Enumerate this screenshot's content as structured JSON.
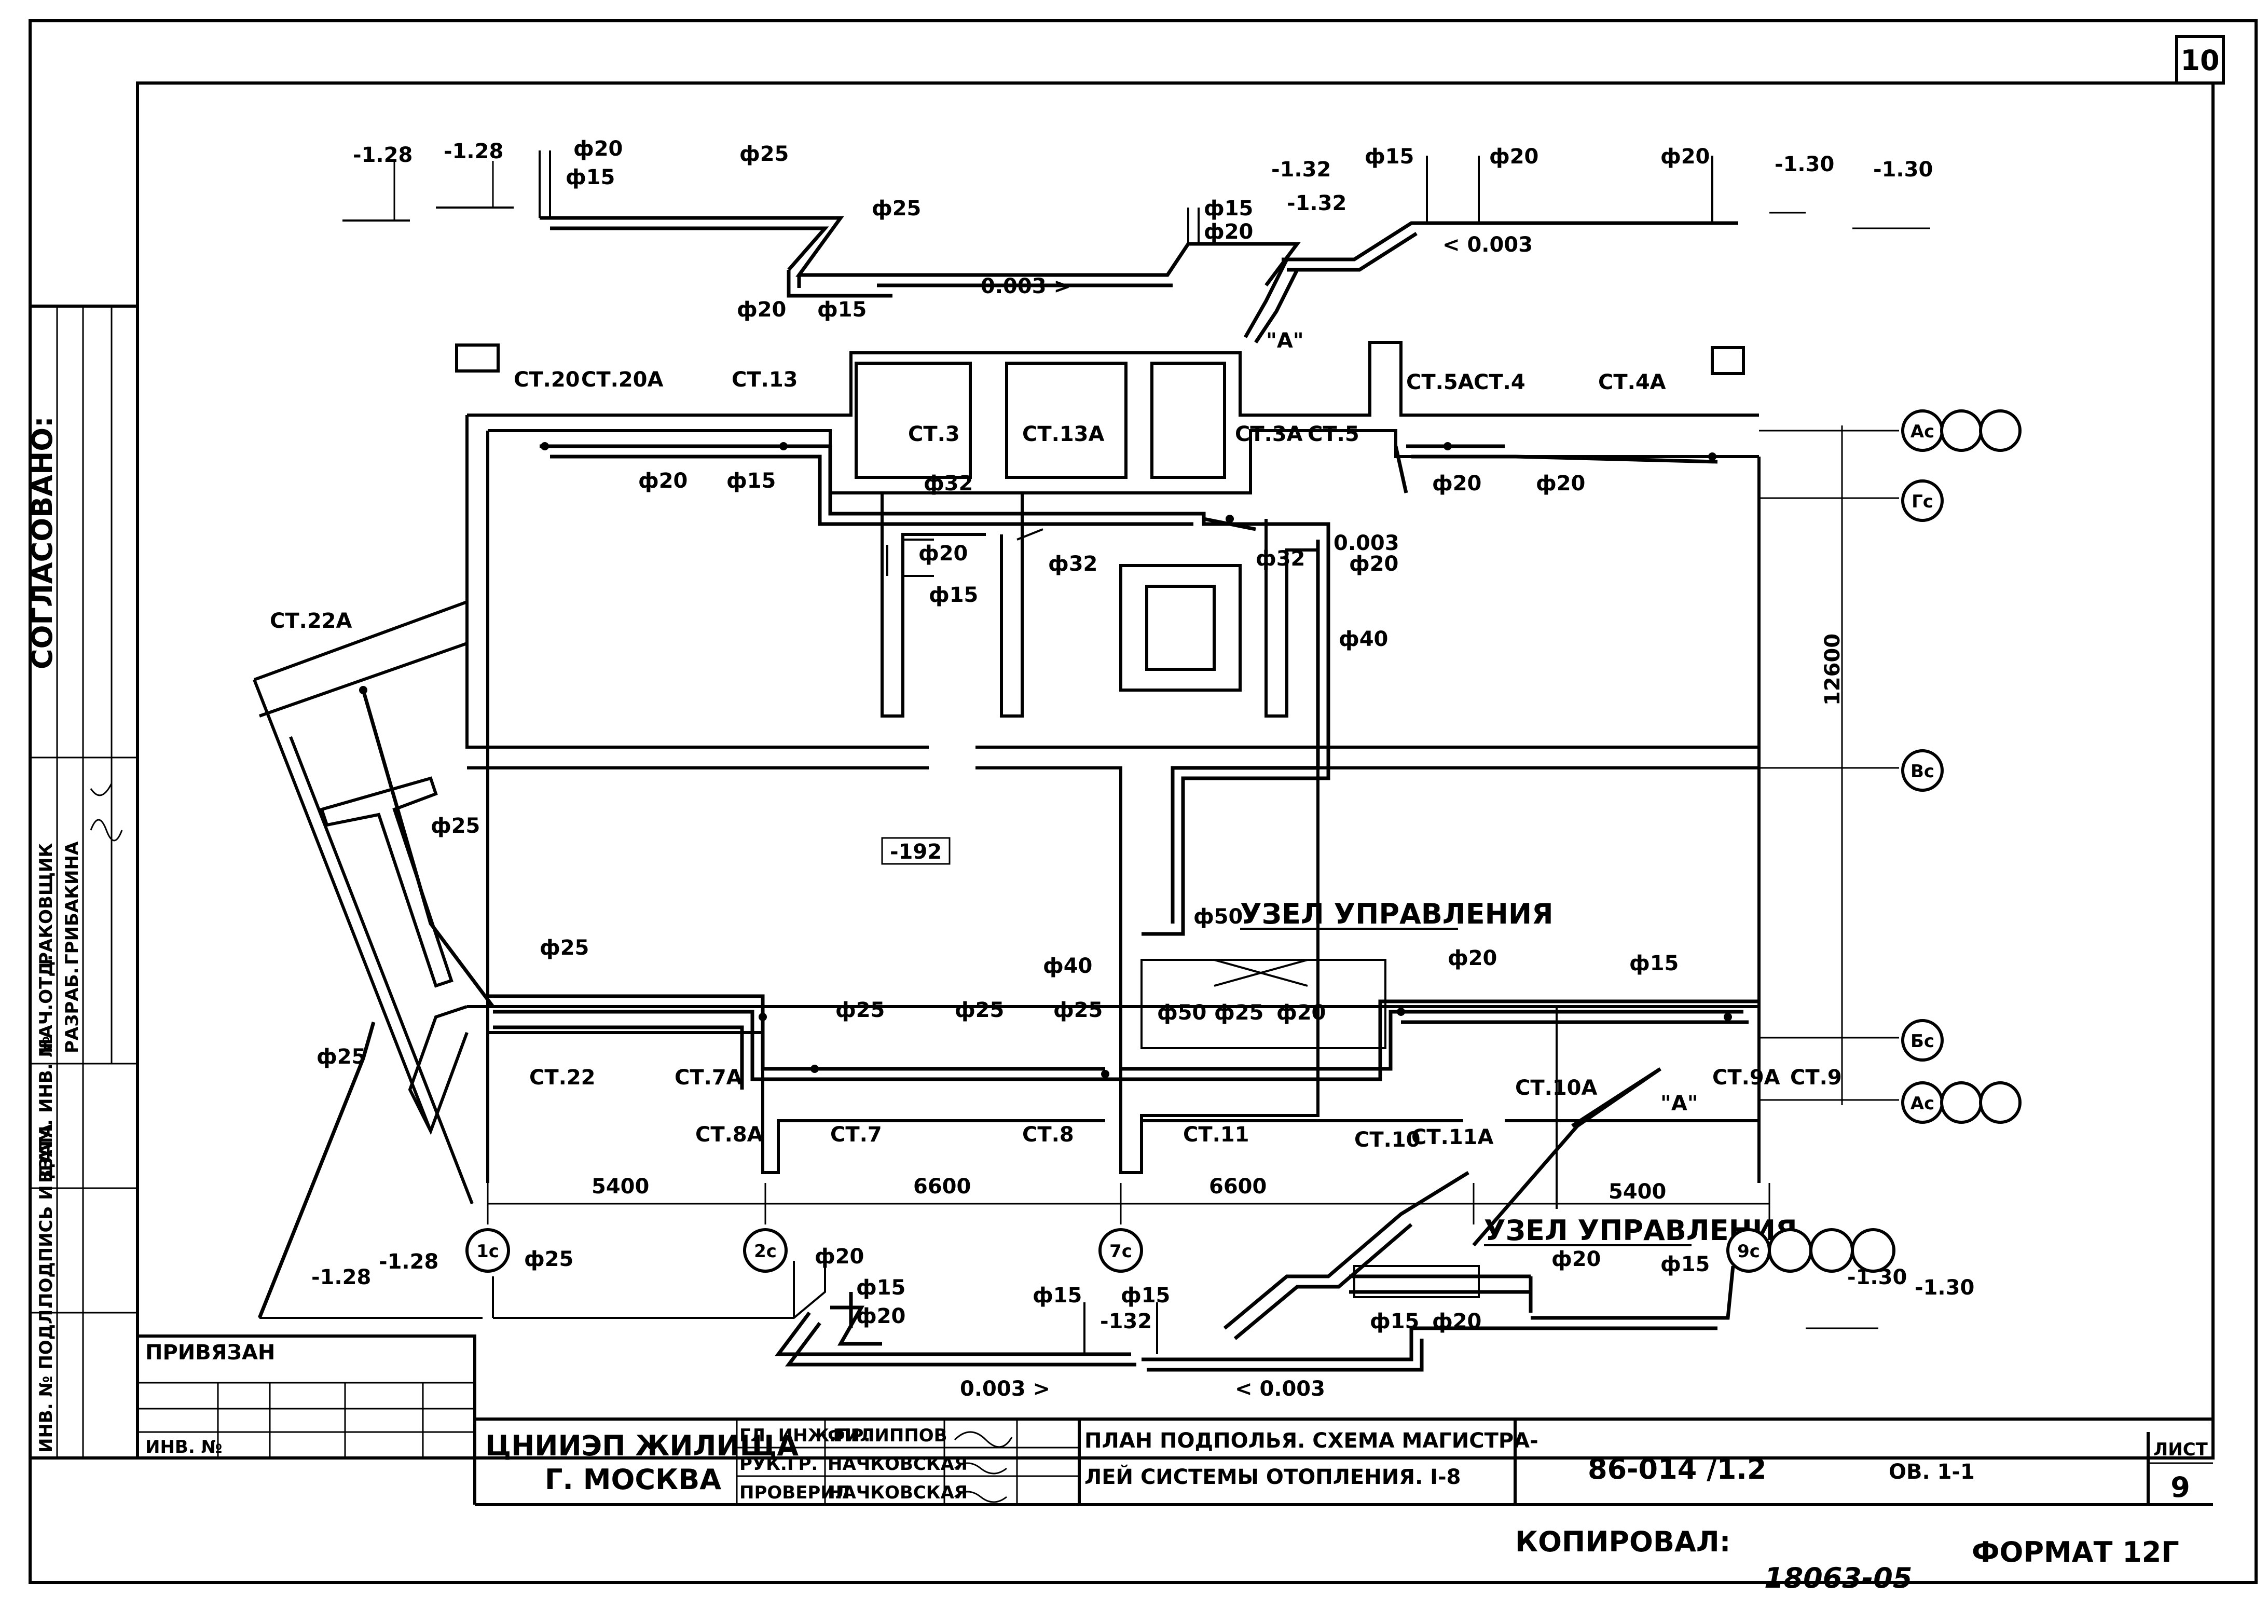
{
  "sheet_number": "10",
  "side_stamp": {
    "agreed_label": "СОГЛАСОВАНО:",
    "rows": [
      "НАЧ.ОТД.",
      "РАЗРАБ.",
      "РАКОВЩИК",
      "ГРИБАКИНА"
    ],
    "vertical_fields": [
      "ВЗАМ. ИНВ. №",
      "ПОДПИСЬ И ДАТА",
      "ИНВ. № ПОДЛ."
    ]
  },
  "title_block": {
    "privyazan": "ПРИВЯЗАН",
    "inv_no": "ИНВ. №",
    "org_line1": "ЦНИИЭП ЖИЛИЩА",
    "org_line2": "Г. МОСКВА",
    "roles": [
      "ГЛ. ИНЖ.ПР.",
      "РУК.ГР.",
      "ПРОВЕРИЛ"
    ],
    "names": [
      "ФИЛИППОВ",
      "НАЧКОВСКАЯ",
      "НАЧКОВСКАЯ"
    ],
    "title_line1": "ПЛАН ПОДПОЛЬЯ. СХЕМА МАГИСТРА-",
    "title_line2": "ЛЕЙ СИСТЕМЫ ОТОПЛЕНИЯ. I-8",
    "code": "86-014 /1.2",
    "section": "ОВ. 1-1",
    "list_label": "ЛИСТ",
    "list_no": "9",
    "kopiroval": "КОПИРОВАЛ:",
    "format": "ФОРМАТ 12Г",
    "archive_no": "18063-05"
  },
  "plan": {
    "risers": [
      "СТ.20",
      "СТ.20А",
      "СТ.13",
      "СТ.3",
      "СТ.13А",
      "СТ.3А",
      "СТ.5",
      "СТ.5А",
      "СТ.4",
      "СТ.4А",
      "СТ.22А",
      "СТ.22",
      "СТ.7А",
      "СТ.8А",
      "СТ.7",
      "СТ.8",
      "СТ.11",
      "СТ.10",
      "СТ.10А",
      "СТ.11А",
      "СТ.9А",
      "СТ.9"
    ],
    "axes_right": [
      "Ас",
      "Гс",
      "Вс",
      "Бс",
      "Ас"
    ],
    "axes_bottom": [
      "1с",
      "2с",
      "7с",
      "9с"
    ],
    "dims_bottom": [
      "5400",
      "6600",
      "6600",
      "5400"
    ],
    "dim_right": "12600",
    "floor_level": "-192",
    "control_unit": "УЗЕЛ УПРАВЛЕНИЯ",
    "node_a": "\"А\"",
    "pipe_labels": [
      "ф20",
      "ф15",
      "ф25",
      "ф32",
      "ф40",
      "ф50"
    ],
    "levels": [
      "-1.28",
      "-1.30",
      "-1.32"
    ],
    "slope": "0.003"
  }
}
